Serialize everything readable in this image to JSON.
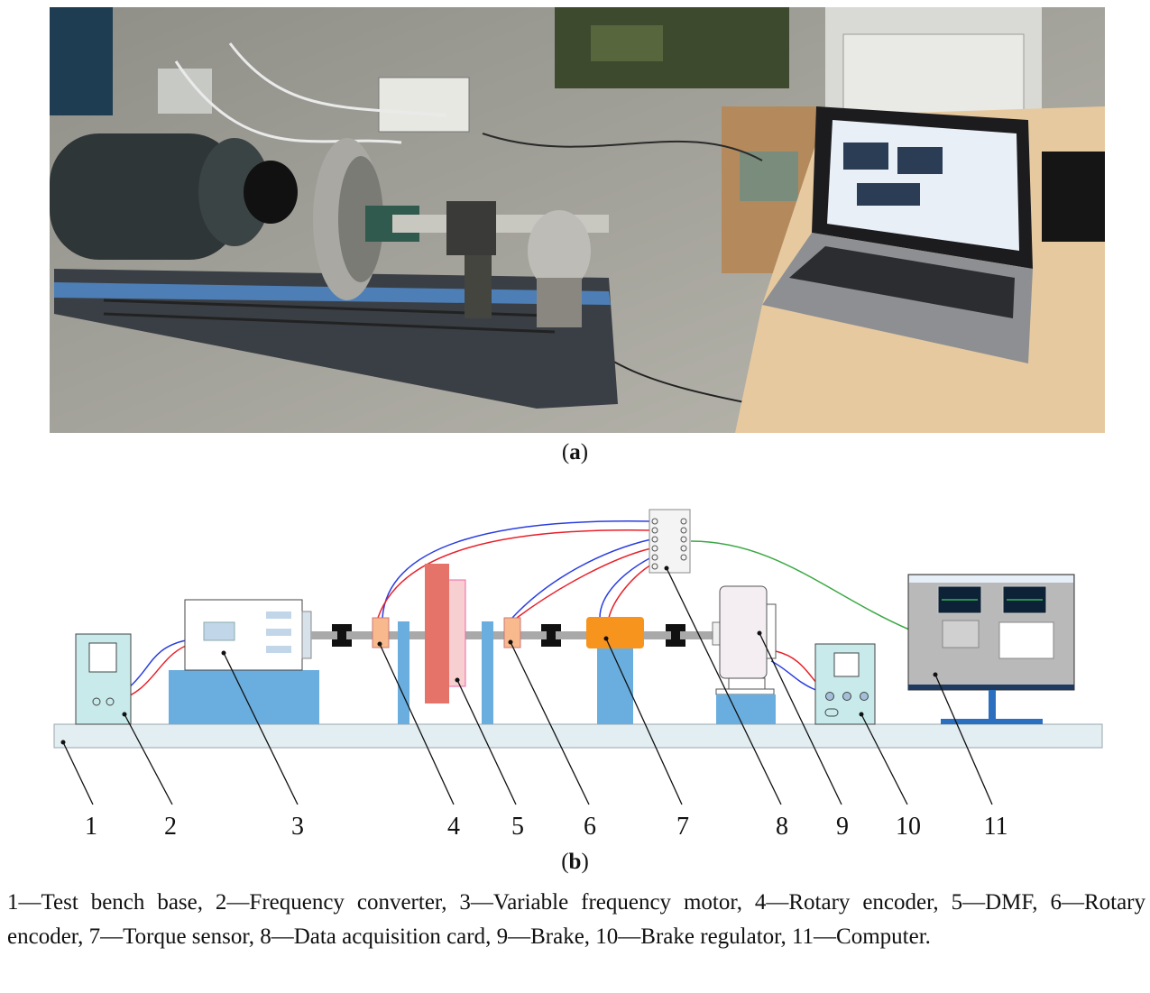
{
  "figure": {
    "panel_a_caption": {
      "open": "(",
      "letter": "a",
      "close": ")"
    },
    "panel_b_caption": {
      "open": "(",
      "letter": "b",
      "close": ")"
    },
    "callout_numbers": [
      "1",
      "2",
      "3",
      "4",
      "5",
      "6",
      "7",
      "8",
      "9",
      "10",
      "11"
    ],
    "legend_text": "1—Test bench base, 2—Frequency converter, 3—Variable frequency motor, 4—Rotary encoder, 5—DMF, 6—Rotary encoder, 7—Torque sensor, 8—Data acquisition card, 9—Brake, 10—Brake regulator, 11—Computer."
  },
  "colors": {
    "base": "#e3eef3",
    "pedestal_blue": "#6aaedf",
    "flywheel_red": "#e6736a",
    "flywheel_pink": "#f7cfd0",
    "encoder_orange": "#f8b98c",
    "torque_sensor_orange": "#f7941d",
    "coupling_black": "#111111",
    "wire_red": "#e8202a",
    "wire_blue": "#2a3de0",
    "wire_green": "#3aa845",
    "device_teal": "#c8eaea"
  }
}
